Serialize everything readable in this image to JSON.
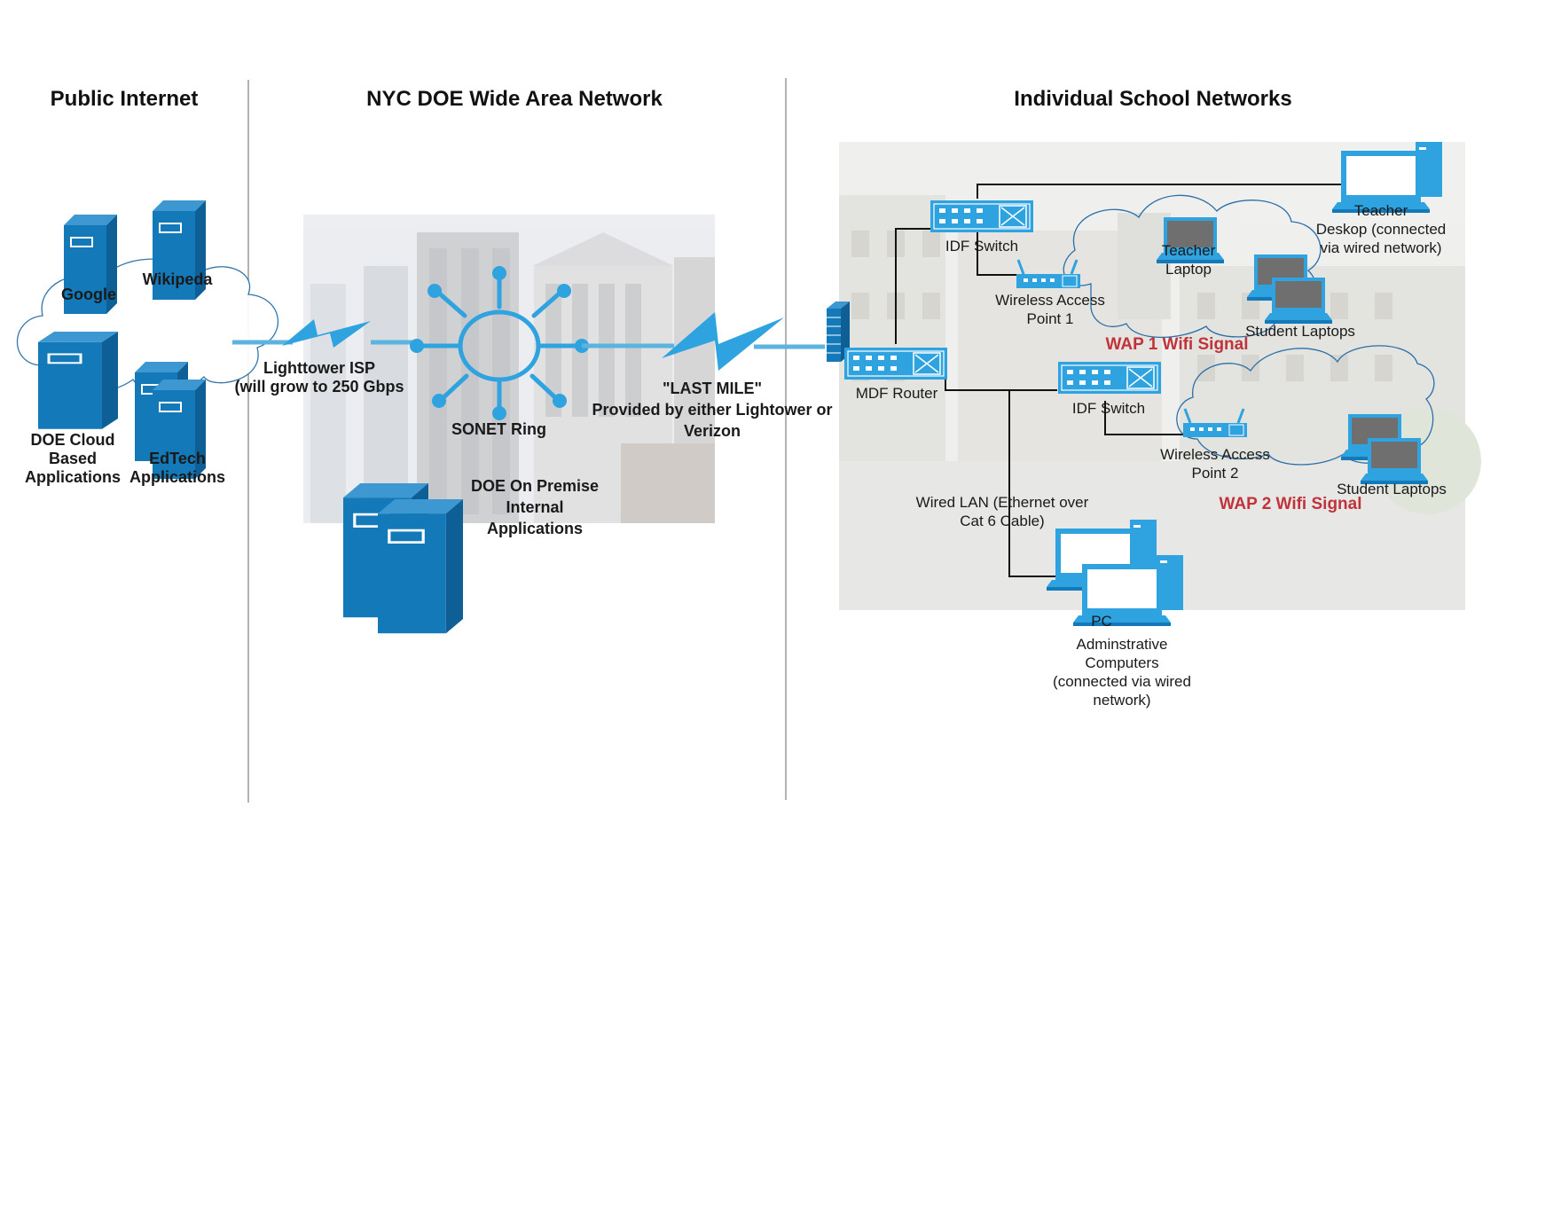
{
  "headers": {
    "public_internet": "Public Internet",
    "wan": "NYC DOE Wide Area Network",
    "school": "Individual School Networks"
  },
  "public": {
    "google": "Google",
    "wikipedia": "Wikipeda",
    "doe_cloud": "DOE Cloud\nBased\nApplications",
    "edtech": "EdTech\nApplications"
  },
  "wan": {
    "isp": "Lighttower ISP\n(will grow to 250 Gbps",
    "sonet": "SONET Ring",
    "on_premise": "DOE On Premise\nInternal\nApplications",
    "last_mile": "\"LAST MILE\"\nProvided by either Lightower or\nVerizon"
  },
  "school": {
    "idf_switch_1": "IDF Switch",
    "teacher_desktop": "Teacher\nDeskop (connected\nvia wired network)",
    "teacher_laptop": "Teacher\nLaptop",
    "wap1": "Wireless Access\nPoint 1",
    "student_laptops_1": "Student Laptops",
    "wap1_signal": "WAP 1 Wifi Signal",
    "mdf_router": "MDF Router",
    "idf_switch_2": "IDF Switch",
    "wap2": "Wireless Access\nPoint 2",
    "student_laptops_2": "Student Laptops",
    "wap2_signal": "WAP 2 Wifi Signal",
    "wired_lan": "Wired LAN (Ethernet over\nCat 6 Cable)",
    "pc_label": "PC",
    "admin_computers": "Adminstrative\nComputers\n(connected via wired\nnetwork)"
  },
  "colors": {
    "device_blue": "#1479b8",
    "device_light": "#2ea3df",
    "link_blue": "#5bb4e0",
    "signal_red": "#c0333a",
    "divider": "#999999"
  }
}
